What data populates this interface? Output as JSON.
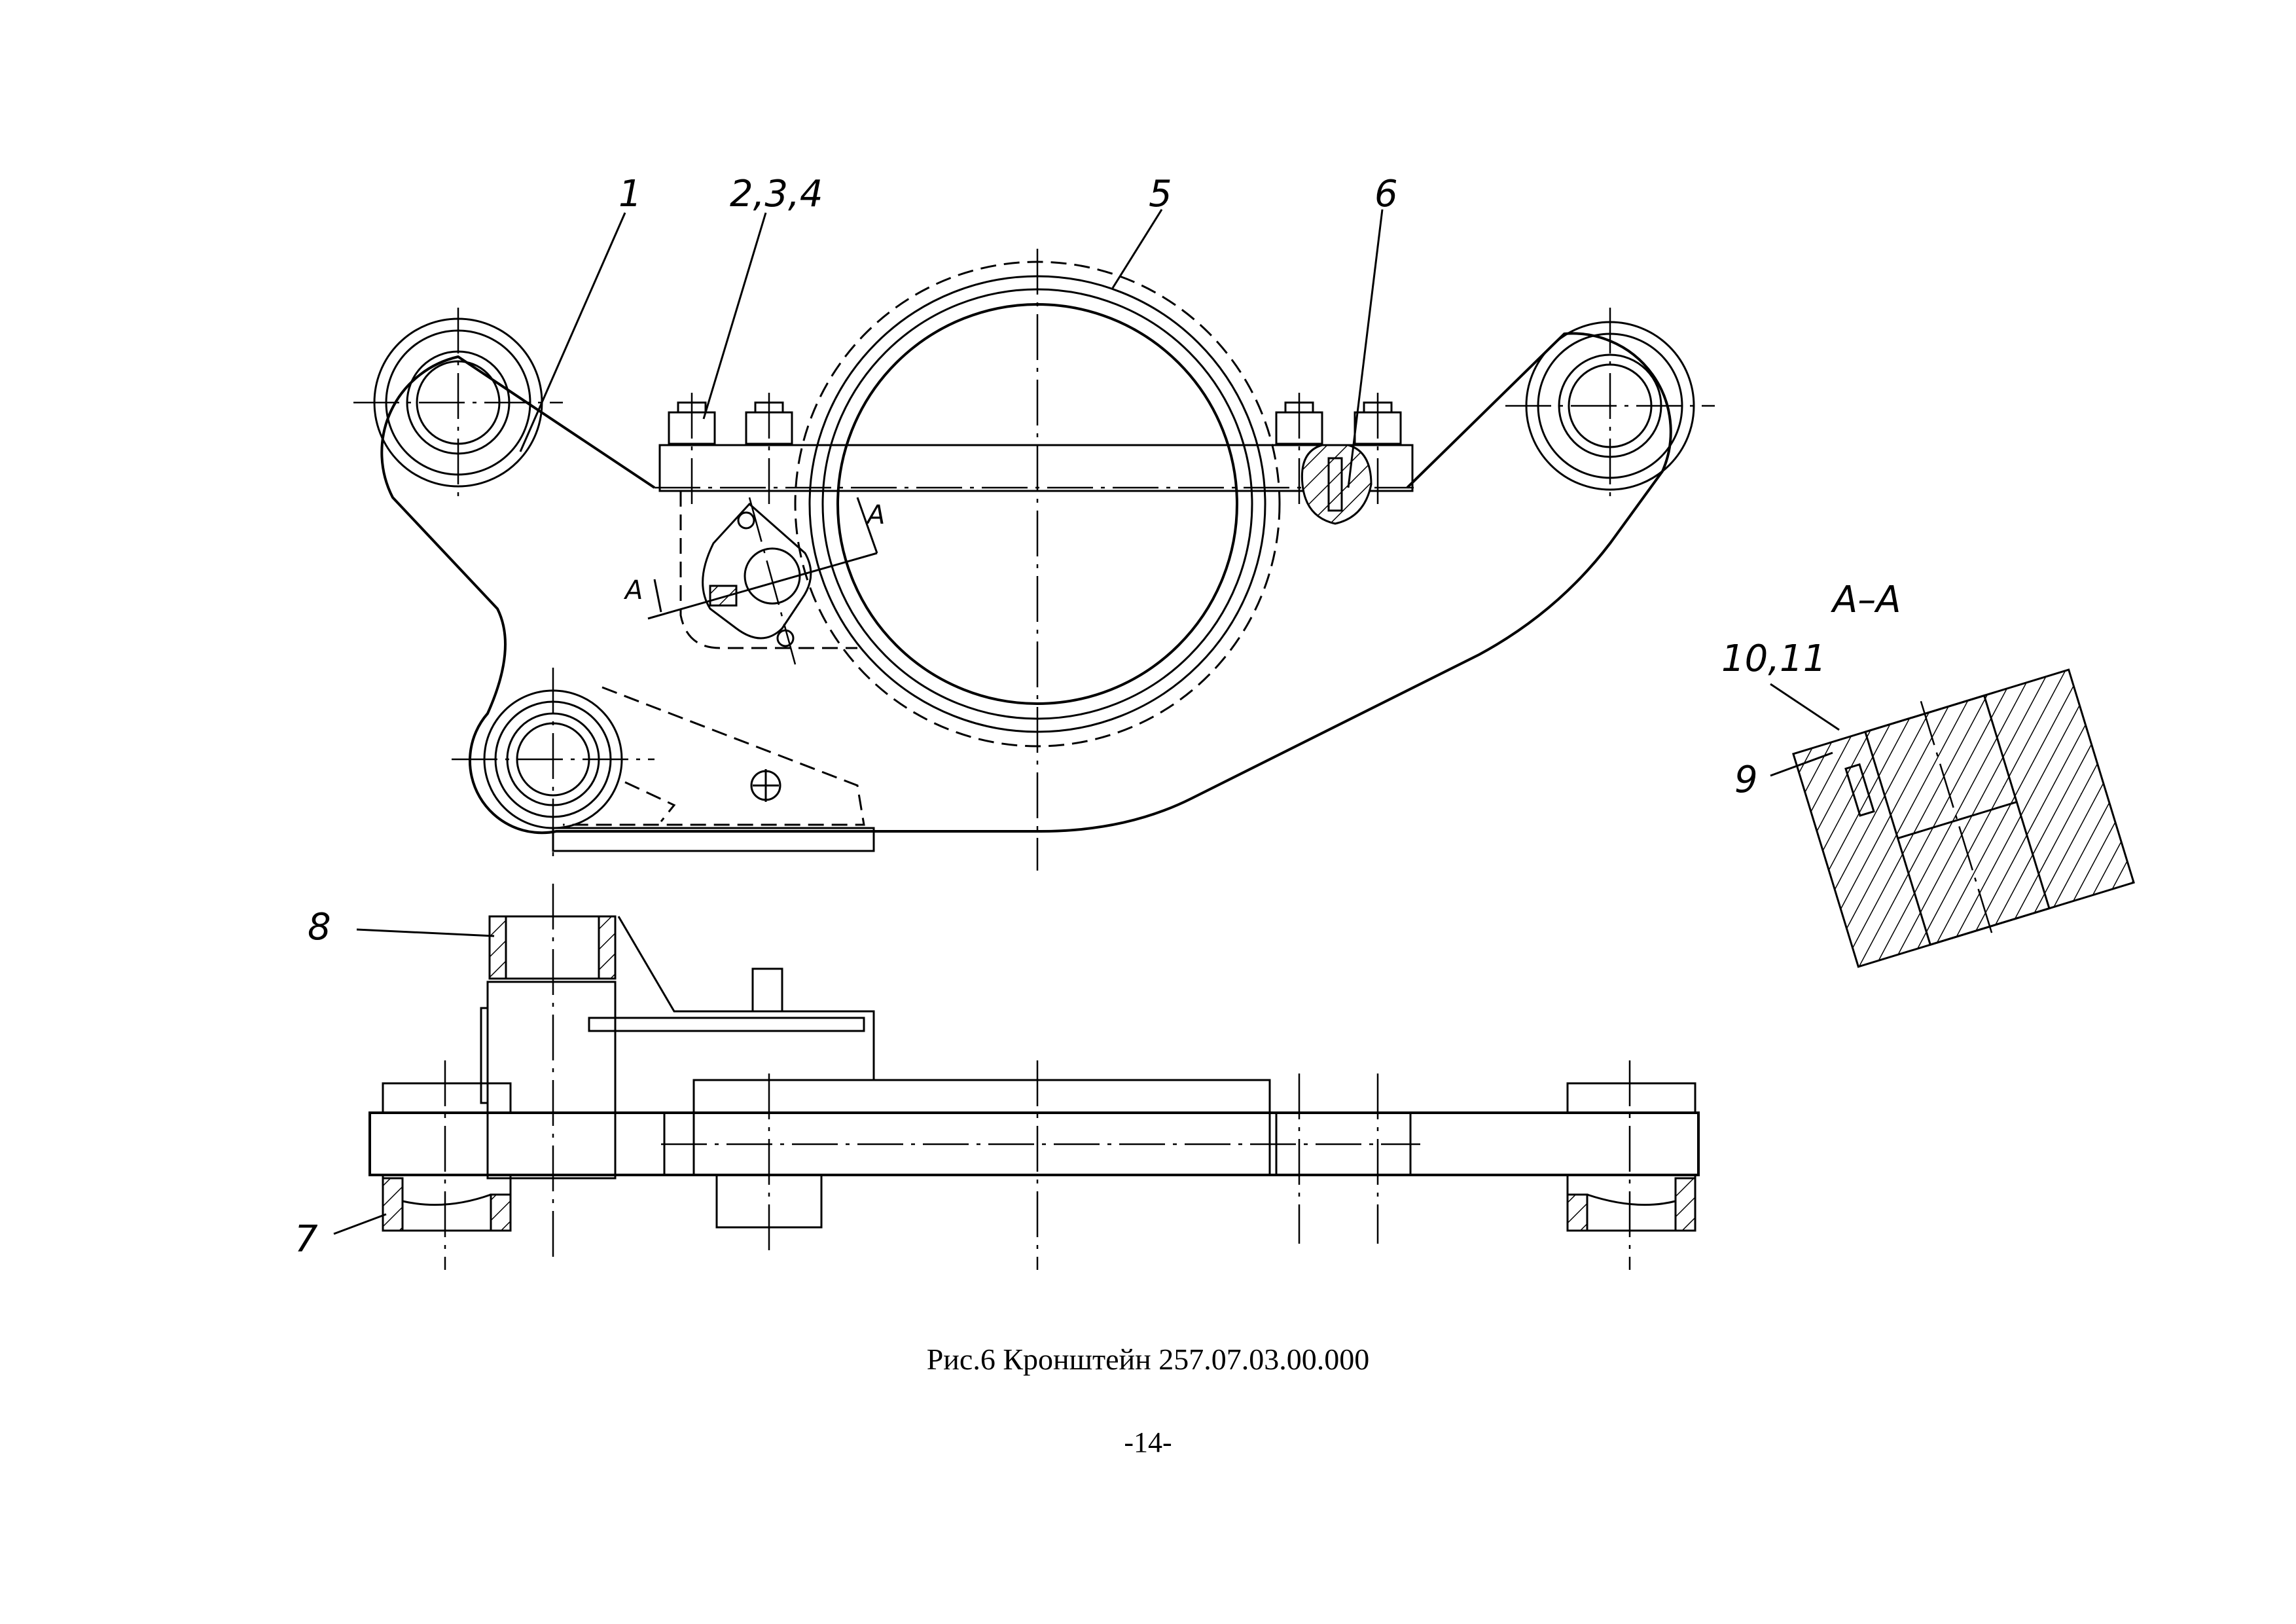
{
  "labels": {
    "part_1": "1",
    "part_2_3_4": "2,3,4",
    "part_5": "5",
    "part_6": "6",
    "part_7": "7",
    "part_8": "8",
    "part_9": "9",
    "part_10_11": "10,11",
    "section_mark_left": "A",
    "section_mark_right": "A",
    "section_title": "A–A"
  },
  "caption": "Рис.6 Кронштейн 257.07.03.00.000",
  "page_number": "-14-"
}
